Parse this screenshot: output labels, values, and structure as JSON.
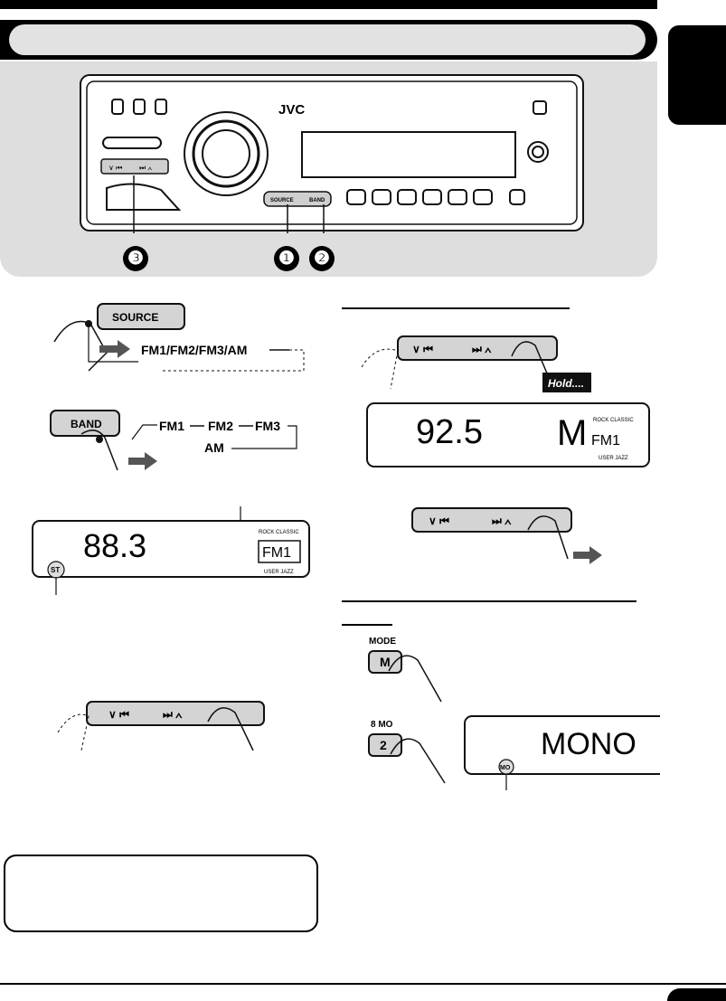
{
  "header": {
    "language_tab": "",
    "page_number": ""
  },
  "radio_unit": {
    "brand": "JVC",
    "source_label": "SOURCE",
    "band_label": "BAND",
    "seek_down": "∨ ⏮",
    "seek_up": "⏭ ∧",
    "callouts": [
      "❸",
      "❶",
      "❷"
    ]
  },
  "source_step": {
    "button": "SOURCE",
    "sequence": "FM1/FM2/FM3/AM"
  },
  "band_step": {
    "button": "BAND",
    "bands": [
      "FM1",
      "FM2",
      "FM3",
      "AM"
    ]
  },
  "display1": {
    "frequency": "88.3",
    "band": "FM1",
    "st": "ST",
    "eq_top": "ROCK CLASSIC",
    "eq_bottom": "USER  JAZZ"
  },
  "memory_step": {
    "hold": "Hold....",
    "frequency": "92.5",
    "flag": "M",
    "band": "FM1",
    "eq_top": "ROCK CLASSIC",
    "eq_bottom": "USER  JAZZ"
  },
  "mono_step": {
    "mode_title": "MODE",
    "mode_key": "M",
    "preset_title": "8  MO",
    "preset_key": "2",
    "display": "MONO",
    "mo": "MO"
  },
  "colors": {
    "accent": "#000000",
    "panel": "#dedede",
    "button": "#d4d4d4"
  }
}
